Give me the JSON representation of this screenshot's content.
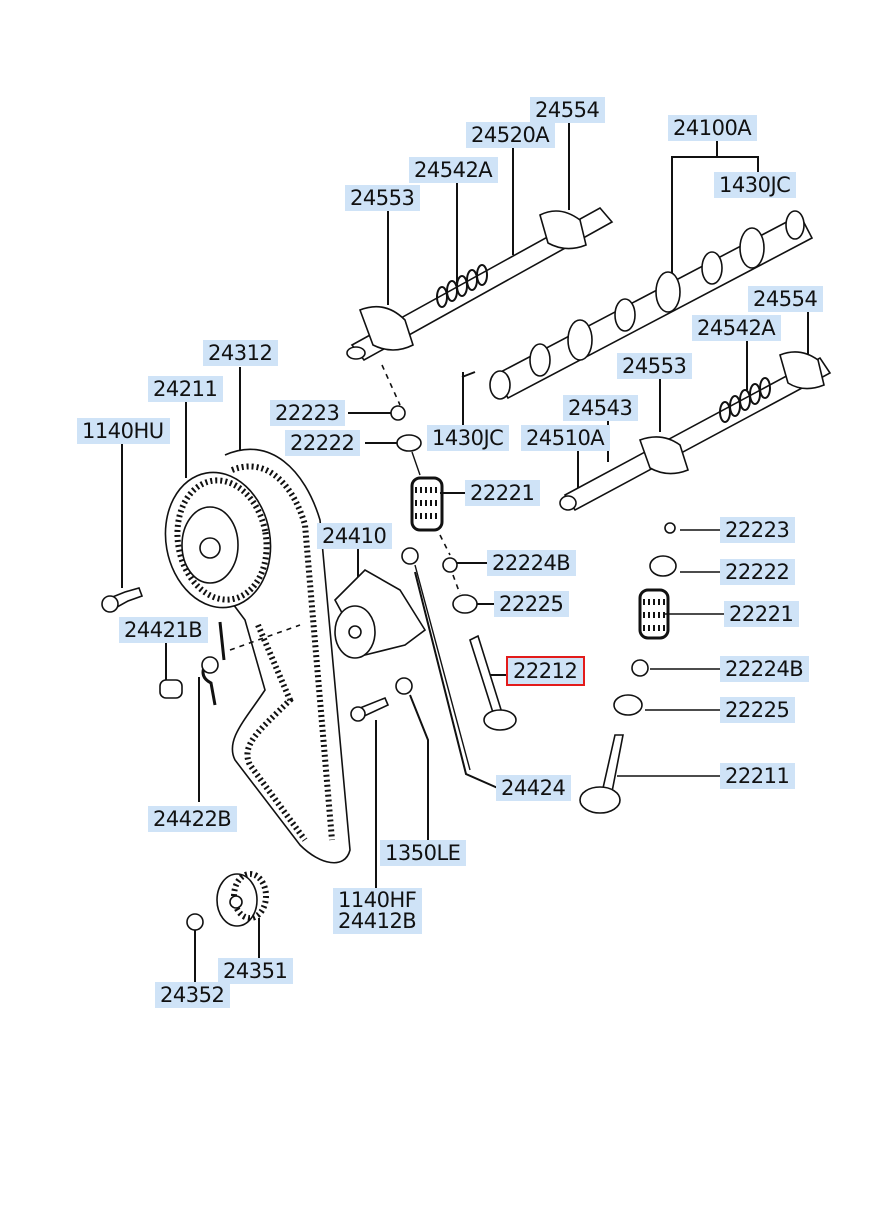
{
  "diagram": {
    "title": "Timing belt / camshaft / valve assembly exploded view",
    "label_highlight_color": "#cfe3f7",
    "selected_outline_color": "#e31b1b",
    "selected_part": "22212",
    "labels": {
      "p24554_top": "24554",
      "p24520A": "24520A",
      "p24542A_top": "24542A",
      "p24553_top": "24553",
      "p24100A": "24100A",
      "p1430JC_top": "1430JC",
      "p24554_right": "24554",
      "p24542A_right": "24542A",
      "p24553_right": "24553",
      "p24543": "24543",
      "p24510A": "24510A",
      "p1430JC_mid": "1430JC",
      "p24312": "24312",
      "p24211": "24211",
      "p1140HU": "1140HU",
      "p22223_left": "22223",
      "p22222_left": "22222",
      "p22221_left": "22221",
      "p22224B_left": "22224B",
      "p22225_left": "22225",
      "p22212": "22212",
      "p24410": "24410",
      "p24421B": "24421B",
      "p24422B": "24422B",
      "p24424": "24424",
      "p1350LE": "1350LE",
      "p1140HF": "1140HF",
      "p24412B": "24412B",
      "p24351": "24351",
      "p24352": "24352",
      "p22223_right": "22223",
      "p22222_right": "22222",
      "p22221_right": "22221",
      "p22224B_right": "22224B",
      "p22225_right": "22225",
      "p22211": "22211"
    },
    "parts": [
      {
        "id": "rocker-shaft-intake",
        "number": "24520A"
      },
      {
        "id": "rocker-shaft-exhaust",
        "number": "24510A"
      },
      {
        "id": "camshaft",
        "number": "24100A"
      },
      {
        "id": "timing-belt",
        "number": "24312"
      },
      {
        "id": "camshaft-sprocket",
        "number": "24211"
      },
      {
        "id": "tensioner-pulley",
        "number": "24410"
      },
      {
        "id": "crank-sprocket",
        "number": "24351"
      },
      {
        "id": "intake-valve",
        "number": "22212"
      },
      {
        "id": "exhaust-valve",
        "number": "22211"
      }
    ]
  }
}
